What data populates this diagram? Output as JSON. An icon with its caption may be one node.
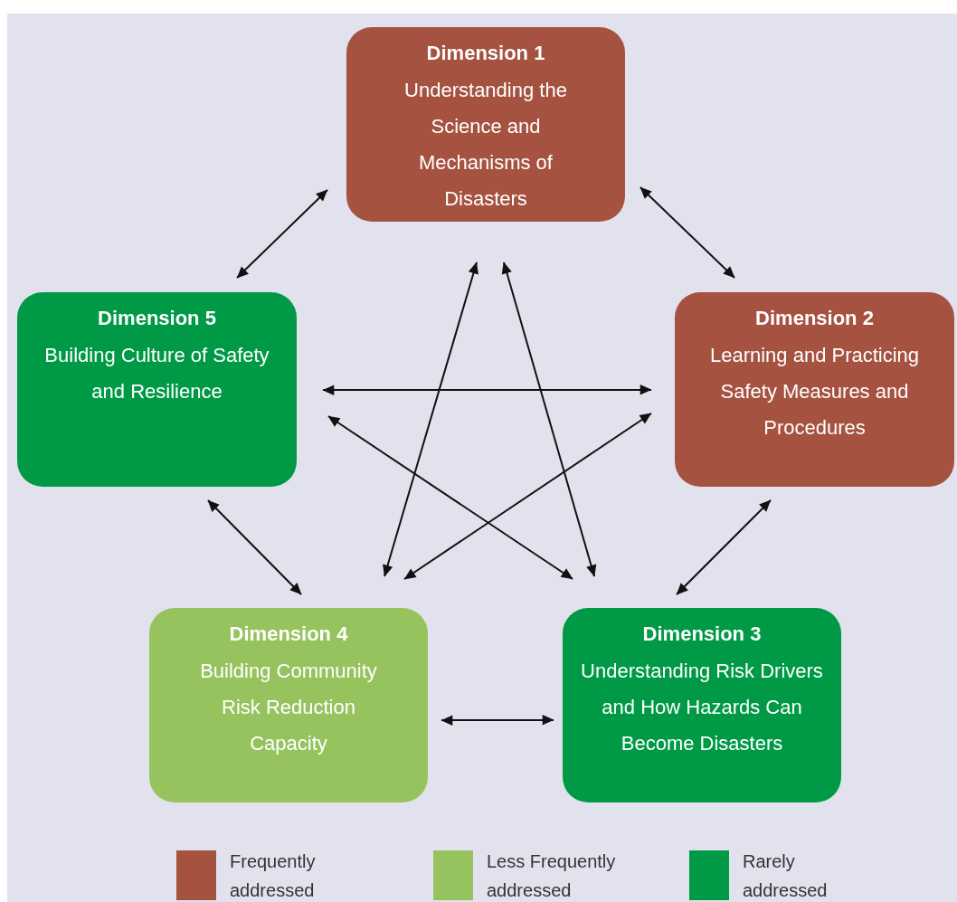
{
  "diagram": {
    "nodes": [
      {
        "text": [
          "Dimension 1",
          "Understanding the Science and Mechanisms of Disasters"
        ]
      },
      {
        "text": [
          "Dimension 2",
          "Learning and Practicing Safety Measures and Procedures"
        ]
      },
      {
        "text": [
          "Dimension 3",
          "Understanding Risk Drivers and How Hazards Can Become Disasters"
        ]
      },
      {
        "text": [
          "Dimension 4",
          "Building Community Risk Reduction Capacity"
        ]
      },
      {
        "text": [
          "Dimension 5",
          "Building Culture of Safety and Resilience"
        ]
      }
    ],
    "edges": [
      {
        "from": 0,
        "to": 4,
        "arrow": "both"
      },
      {
        "from": 0,
        "to": 1,
        "arrow": "both"
      },
      {
        "from": 4,
        "to": 1,
        "arrow": "both"
      },
      {
        "from": 4,
        "to": 2,
        "arrow": "both"
      },
      {
        "from": 3,
        "to": 1,
        "arrow": "both"
      },
      {
        "from": 0,
        "to": 3,
        "arrow": "both"
      },
      {
        "from": 0,
        "to": 2,
        "arrow": "both"
      },
      {
        "from": 4,
        "to": 3,
        "arrow": "both"
      },
      {
        "from": 1,
        "to": 2,
        "arrow": "both"
      },
      {
        "from": 3,
        "to": 2,
        "arrow": "both"
      }
    ],
    "legend": [
      {
        "text": "Frequently addressed",
        "color": "#a65240"
      },
      {
        "text": "Less Frequently addressed",
        "color": "#97c35f"
      },
      {
        "text": "Rarely addressed",
        "color": "#009a46"
      }
    ]
  }
}
